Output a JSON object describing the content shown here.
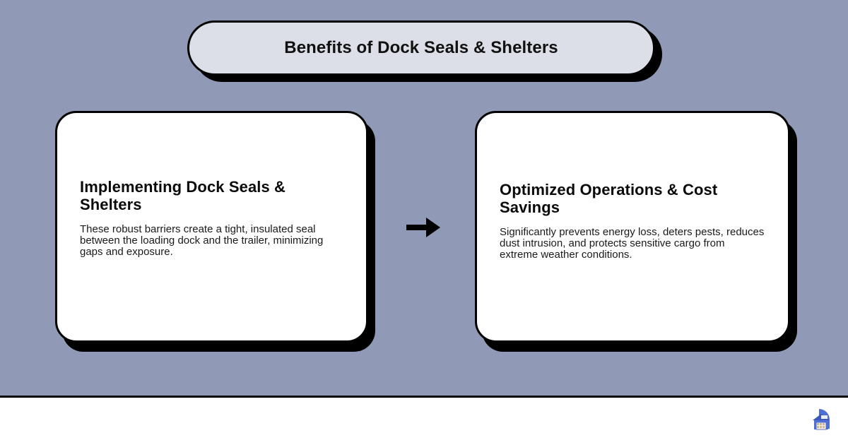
{
  "canvas": {
    "background_color": "#9099b5",
    "footer_background_color": "#ffffff",
    "divider_color": "#000000",
    "card_background_color": "#ffffff",
    "pill_background_color": "#dcdfe8",
    "shadow_color": "#000000",
    "text_color": "#111111"
  },
  "header": {
    "title": "Benefits of Dock Seals & Shelters"
  },
  "flow": {
    "connector_icon": "arrow-right-icon",
    "steps": [
      {
        "heading": "Implementing Dock Seals & Shelters",
        "body": "These robust barriers create a tight, insulated seal between the loading dock and the trailer, minimizing gaps and exposure."
      },
      {
        "heading": "Optimized Operations & Cost Savings",
        "body": "Significantly prevents energy loss, deters pests, reduces dust intrusion, and protects sensitive cargo from extreme weather conditions."
      }
    ]
  },
  "footer": {
    "logo_icon": "brand-logo-icon",
    "logo_colors": {
      "circle": "#3f51b5",
      "building": "#4f6fd4",
      "accent": "#ffffff"
    }
  }
}
